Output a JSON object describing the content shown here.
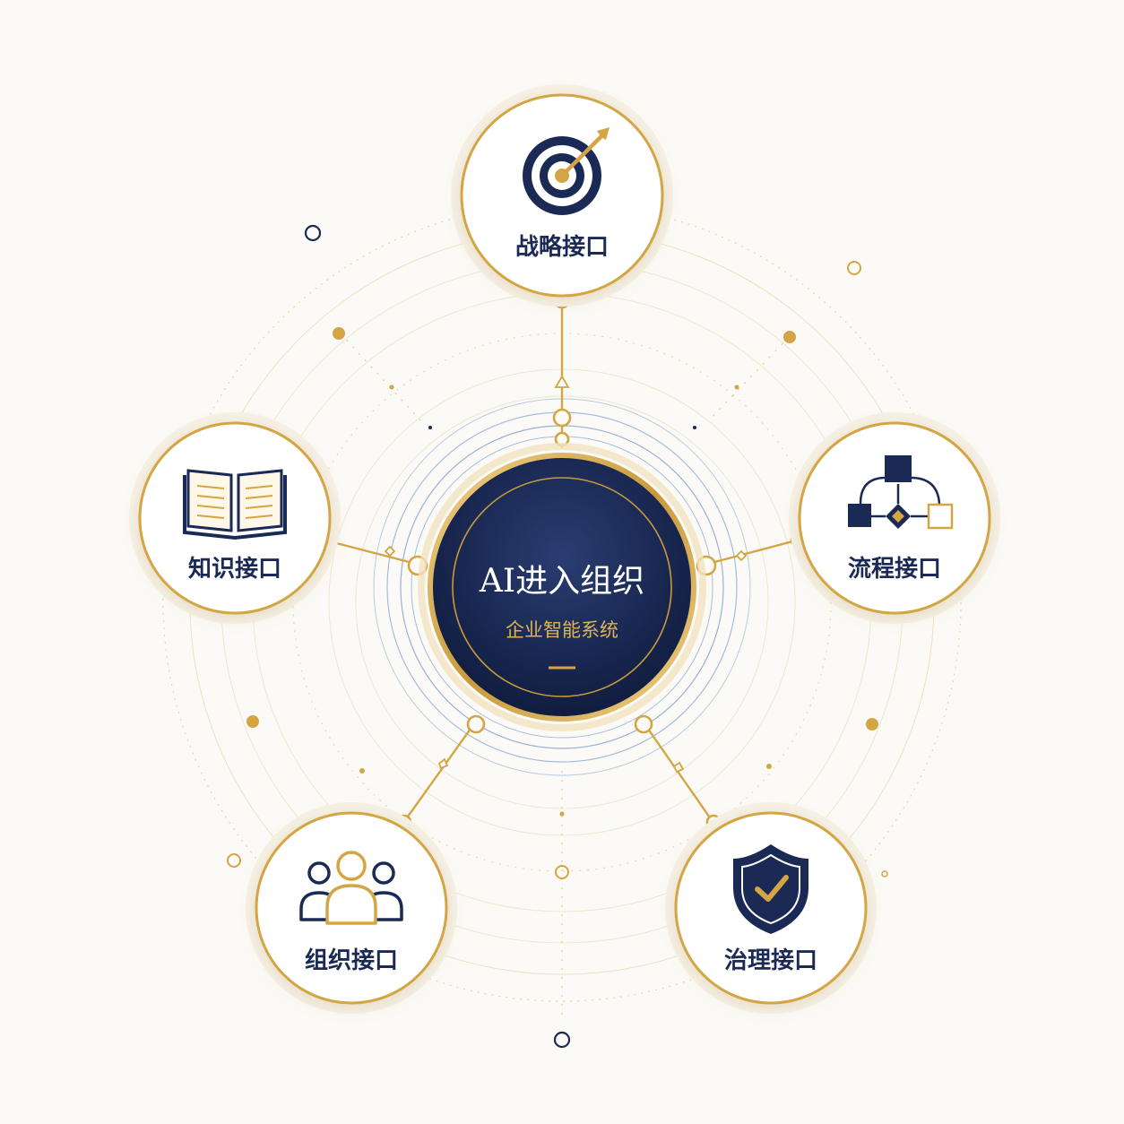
{
  "center": {
    "title": "AI进入组织",
    "subtitle": "企业智能系统"
  },
  "nodes": [
    {
      "id": "strategy",
      "label": "战略接口",
      "icon": "target-arrow-icon"
    },
    {
      "id": "knowledge",
      "label": "知识接口",
      "icon": "open-book-icon"
    },
    {
      "id": "process",
      "label": "流程接口",
      "icon": "flowchart-icon"
    },
    {
      "id": "organization",
      "label": "组织接口",
      "icon": "people-group-icon"
    },
    {
      "id": "governance",
      "label": "治理接口",
      "icon": "shield-check-icon"
    }
  ],
  "colors": {
    "navy": "#1b2a55",
    "gold": "#d4a544",
    "gold_light": "#e6c98a",
    "blue_ring": "#6f93c8",
    "background": "#fbfaf6"
  }
}
